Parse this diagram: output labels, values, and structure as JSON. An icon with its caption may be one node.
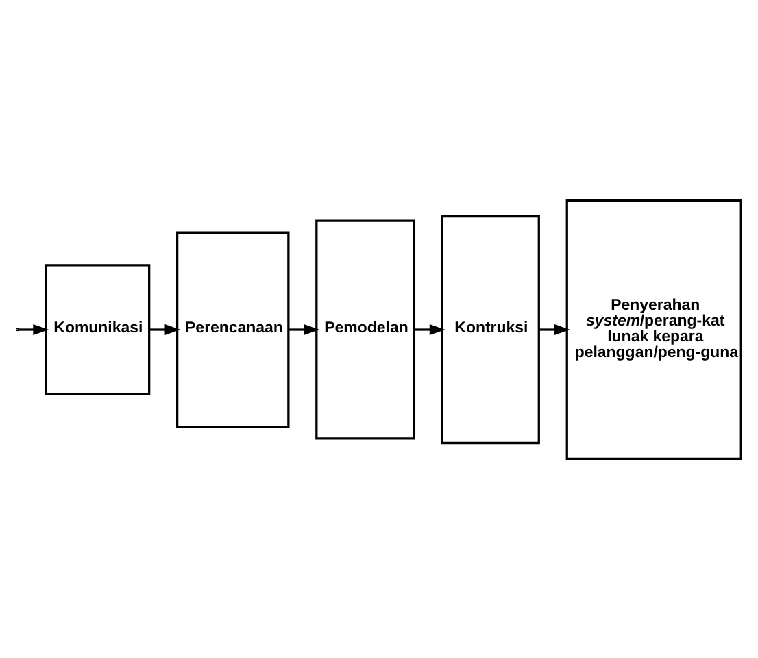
{
  "diagram": {
    "nodes": [
      {
        "text": [
          "Komunikasi"
        ]
      },
      {
        "text": [
          "Perencanaan"
        ]
      },
      {
        "text": [
          "Pemodelan"
        ]
      },
      {
        "text": [
          "Kontruksi"
        ]
      },
      {
        "text": [
          "Penyerahan *system*/perang-kat lunak kepara pelanggan/peng-guna"
        ]
      }
    ],
    "edges": [
      {
        "from": null,
        "to": 0,
        "arrow": "to"
      },
      {
        "from": 0,
        "to": 1,
        "arrow": "to"
      },
      {
        "from": 1,
        "to": 2,
        "arrow": "to"
      },
      {
        "from": 2,
        "to": 3,
        "arrow": "to"
      },
      {
        "from": 3,
        "to": 4,
        "arrow": "to"
      }
    ]
  }
}
